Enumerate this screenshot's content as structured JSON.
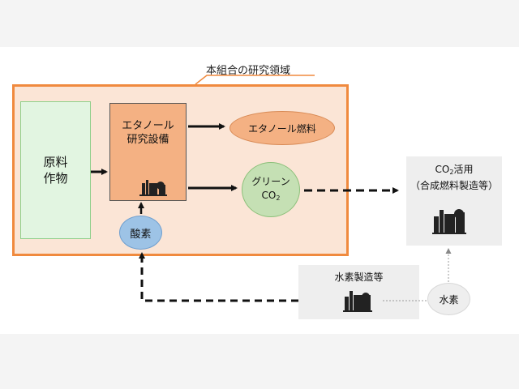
{
  "diagram": {
    "area_title": "本組合の研究領域",
    "crop": {
      "line1": "原料",
      "line2": "作物"
    },
    "ethanol_facility": {
      "line1": "エタノール",
      "line2": "研究設備"
    },
    "ethanol_fuel": "エタノール燃料",
    "green_co2": {
      "line1": "グリーン",
      "co": "CO",
      "sub": "2"
    },
    "oxygen": "酸素",
    "co2_use": {
      "co": "CO",
      "sub": "2",
      "suffix": "活用",
      "line2": "（合成燃料製造等）"
    },
    "hydrogen_production": "水素製造等",
    "hydrogen": "水素"
  },
  "colors": {
    "research_area_fill": "#fbe5d6",
    "research_area_border": "#f08a3e",
    "crop_fill": "#e2f5e1",
    "ethanol_fill": "#f4b183",
    "green_fill": "#c5e0b4",
    "oxygen_fill": "#9dc3e6",
    "external_fill": "#eeeeee"
  }
}
